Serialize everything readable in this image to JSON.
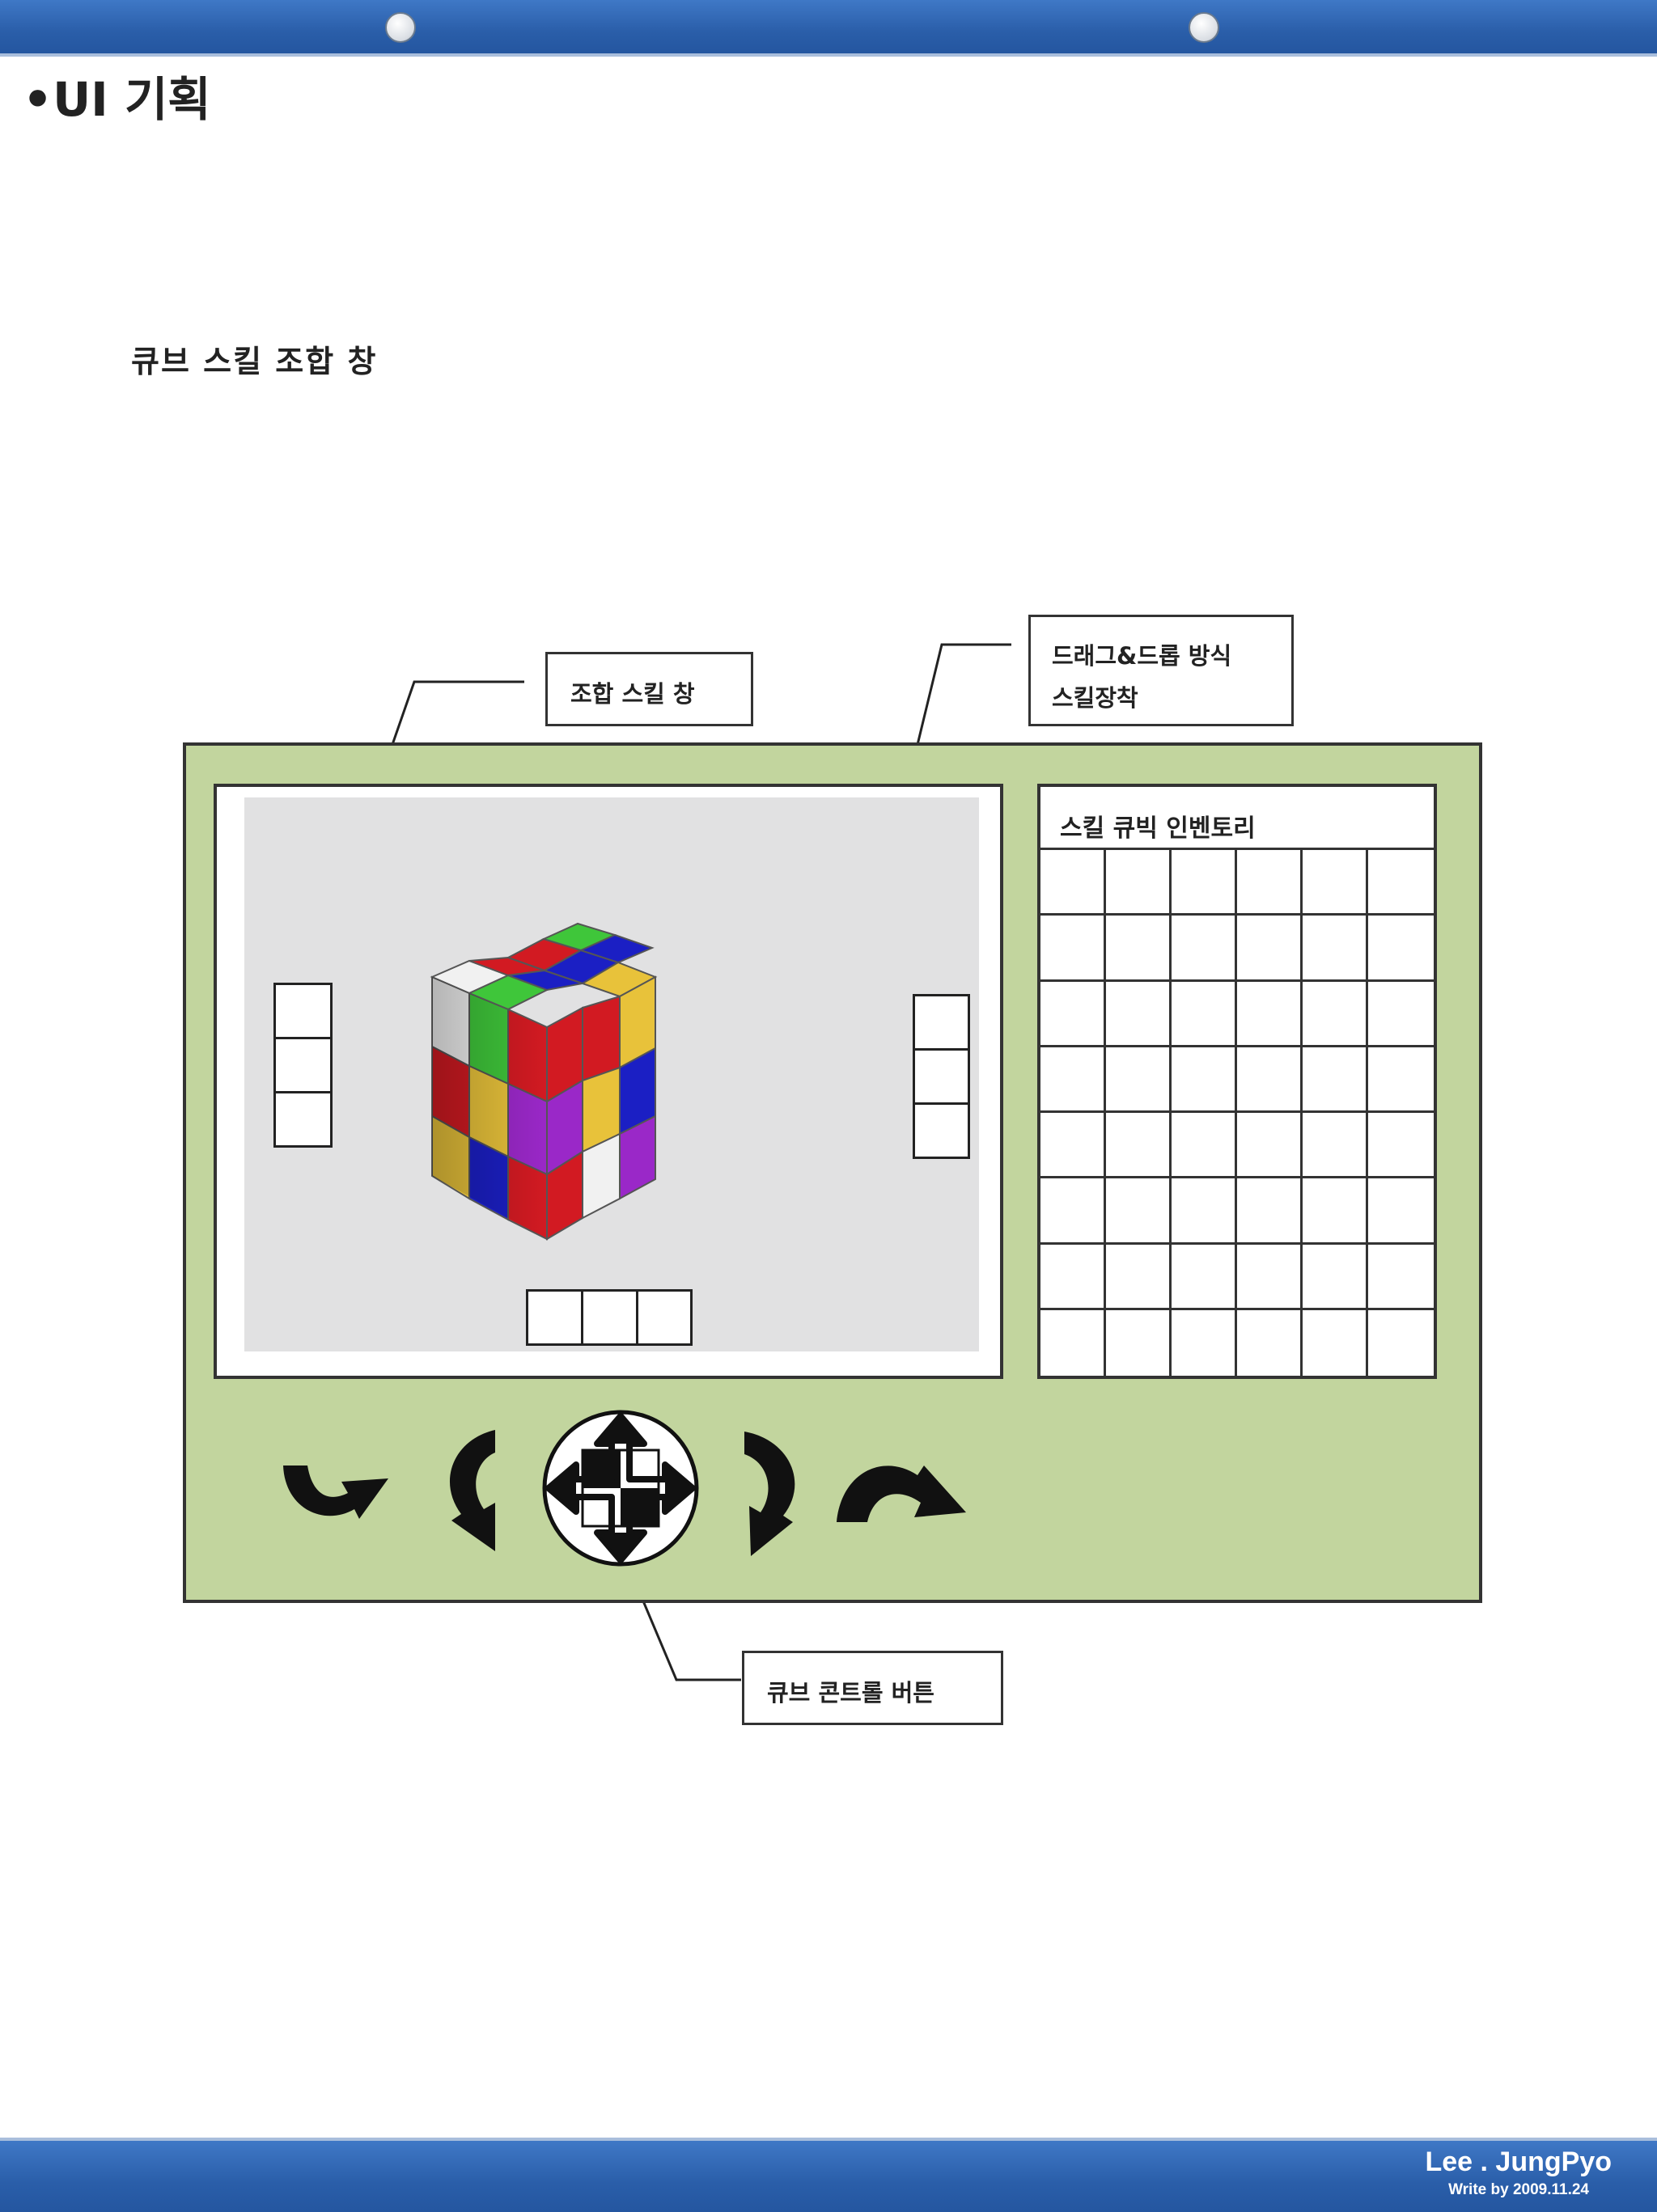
{
  "slide": {
    "title": "•UI 기획",
    "subtitle": "큐브 스킬 조합 창"
  },
  "callouts": {
    "combo_window": "조합 스킬 창",
    "drag_drop_line1": "드래그&드롭  방식",
    "drag_drop_line2": "스킬장착",
    "cube_control": "큐브 콘트롤 버튼"
  },
  "inventory": {
    "title": "스킬 큐빅 인벤토리",
    "columns": 6,
    "rows": 8
  },
  "controls": {
    "icons": [
      "rotate-down-left-icon",
      "rotate-left-icon",
      "move-four-way-icon",
      "rotate-right-icon",
      "rotate-up-right-icon"
    ]
  },
  "cube_colors": {
    "red": "#c8121a",
    "green": "#3fc63a",
    "blue": "#1b1fc4",
    "yellow": "#e8c23a",
    "white": "#f4f4f4",
    "purple": "#9a28c8"
  },
  "panel_color": "#c2d59e",
  "footer": {
    "author": "Lee . JungPyo",
    "date": "Write by 2009.11.24"
  }
}
